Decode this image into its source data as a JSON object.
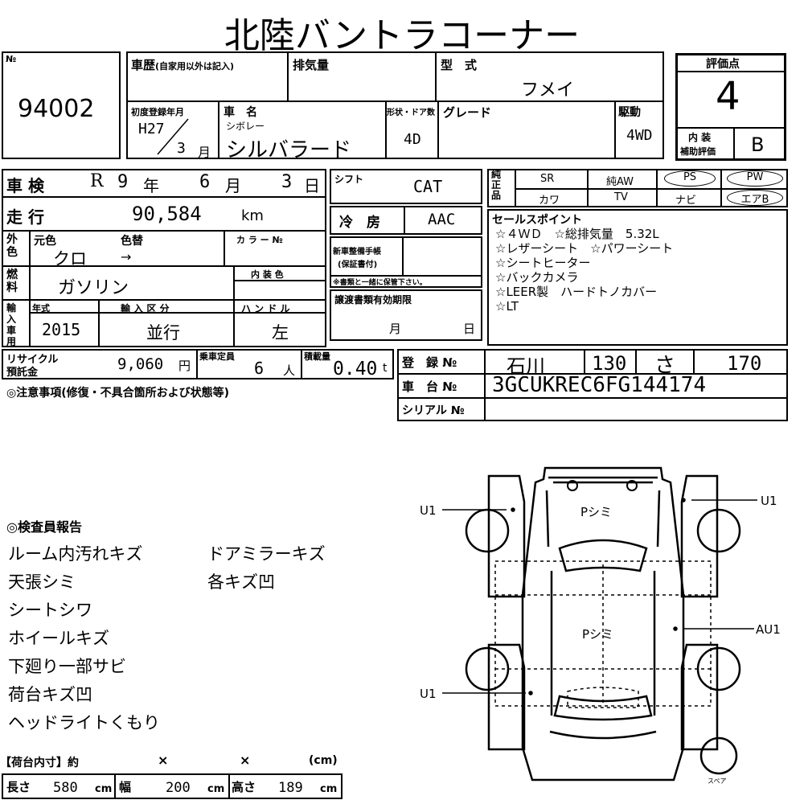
{
  "title": "北陸バントラコーナー",
  "lot": {
    "label": "№",
    "number": "94002"
  },
  "history": {
    "label": "車歴",
    "note": "(自家用以外は記入)"
  },
  "displacement": {
    "label": "排気量"
  },
  "model": {
    "label": "型　式",
    "value": "フメイ"
  },
  "score": {
    "label": "評価点",
    "value": "4",
    "interior_label_1": "内 装",
    "interior_label_2": "補助評価",
    "interior_value": "B"
  },
  "registration": {
    "label": "初度登録年月",
    "era": "H27",
    "month": "3",
    "month_unit": "月"
  },
  "car_name": {
    "label": "車　名",
    "maker": "シボレー",
    "value": "シルバラード"
  },
  "body_doors": {
    "label": "形状・ドア数",
    "value": "4D"
  },
  "grade": {
    "label": "グレード"
  },
  "drive": {
    "label": "駆動",
    "value": "4WD"
  },
  "inspection": {
    "label": "車 検",
    "era": "R",
    "year": "9",
    "year_unit": "年",
    "month": "6",
    "month_unit": "月",
    "day": "3",
    "day_unit": "日"
  },
  "shift": {
    "label": "シフト",
    "value": "CAT"
  },
  "options_block": {
    "label": "純正品",
    "row1": [
      "SR",
      "純AW",
      "PS",
      "PW"
    ],
    "row2": [
      "カワ",
      "TV",
      "ナビ",
      "エアB"
    ]
  },
  "mileage": {
    "label": "走 行",
    "value": "90,584",
    "unit": "km"
  },
  "aircon": {
    "label": "冷　房",
    "value": "AAC"
  },
  "color": {
    "label": "外色",
    "orig_label": "元色",
    "change_label": "色替",
    "orig_value": "クロ",
    "arrow": "→",
    "code_label": "カ ラ ー №"
  },
  "fuel": {
    "label": "燃料",
    "value": "ガソリン",
    "interior_color_label": "内 装 色"
  },
  "maintenance": {
    "label1": "新車整備手帳",
    "label2": "(保証書付)",
    "note": "※書類と一緒に保管下さい。"
  },
  "selling_points": {
    "label": "セールスポイント",
    "lines": [
      "☆４ＷＤ　☆総排気量　5.32L",
      "☆レザーシート　☆パワーシート",
      "☆シートヒーター",
      "☆バックカメラ",
      "☆LEER製　ハードトノカバー",
      "☆LT"
    ]
  },
  "import": {
    "label": "輸入車用",
    "year_label": "年式",
    "year_value": "2015",
    "type_label": "輸 入 区 分",
    "type_value": "並行",
    "handle_label": "ハ ン ド ル",
    "handle_value": "左"
  },
  "documents": {
    "label": "譲渡書類有効期限",
    "month_unit": "月",
    "day_unit": "日"
  },
  "recycle": {
    "label1": "リサイクル",
    "label2": "預託金",
    "value": "9,060",
    "unit": "円"
  },
  "capacity": {
    "label": "乗車定員",
    "value": "6",
    "unit": "人"
  },
  "load": {
    "label": "積載量",
    "value": "0.40",
    "unit": "t"
  },
  "plate": {
    "label": "登　録 №",
    "region": "石川",
    "class": "130",
    "kana": "さ",
    "number": "170"
  },
  "chassis": {
    "label": "車　台 №",
    "value": "3GCUKREC6FG144174"
  },
  "serial": {
    "label": "シリアル №"
  },
  "notes_heading": "◎注意事項(修復・不具合箇所および状態等)",
  "inspector": {
    "heading": "◎検査員報告",
    "left": [
      "ルーム内汚れキズ",
      "天張シミ",
      "シートシワ",
      "ホイールキズ",
      "下廻り一部サビ",
      "荷台キズ凹",
      "ヘッドライトくもり"
    ],
    "right": [
      "ドアミラーキズ",
      "各キズ凹"
    ]
  },
  "cargo": {
    "heading": "【荷台内寸】約",
    "x1": "×",
    "x2": "×",
    "unit_paren": "(cm)",
    "length_label": "長さ",
    "length": "580",
    "width_label": "幅",
    "width": "200",
    "height_label": "高さ",
    "height": "189",
    "unit": "cm"
  },
  "diagram": {
    "marks": [
      "U1",
      "U1",
      "AU1",
      "U1"
    ],
    "stains": [
      "Pシミ",
      "Pシミ"
    ],
    "spare": "スペア"
  }
}
